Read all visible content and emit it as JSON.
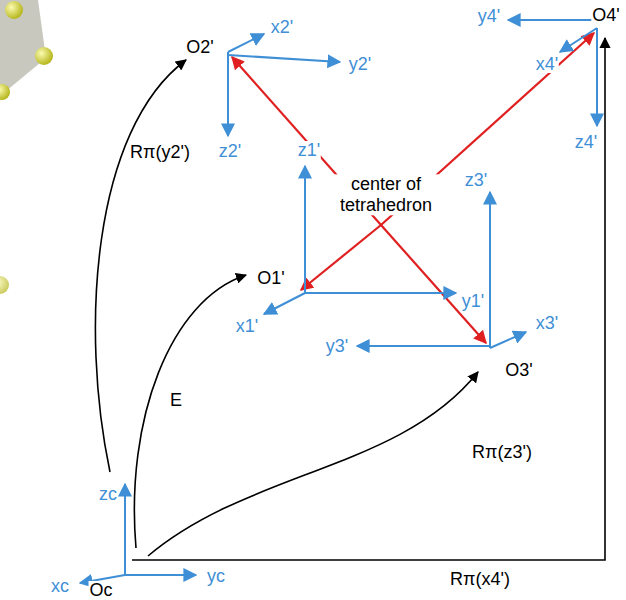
{
  "diagram": {
    "labels": [
      "O2'",
      "x2'",
      "y2'",
      "z2'",
      "y4'",
      "O4'",
      "x4'",
      "z4'",
      "Rπ(y2')",
      "z1'",
      "center of tetrahedron",
      "z3'",
      "O1'",
      "x1'",
      "y1'",
      "E",
      "y3'",
      "x3'",
      "O3'",
      "Rπ(z3')",
      "zc",
      "xc",
      "Oc",
      "yc",
      "Rπ(x4')"
    ]
  }
}
